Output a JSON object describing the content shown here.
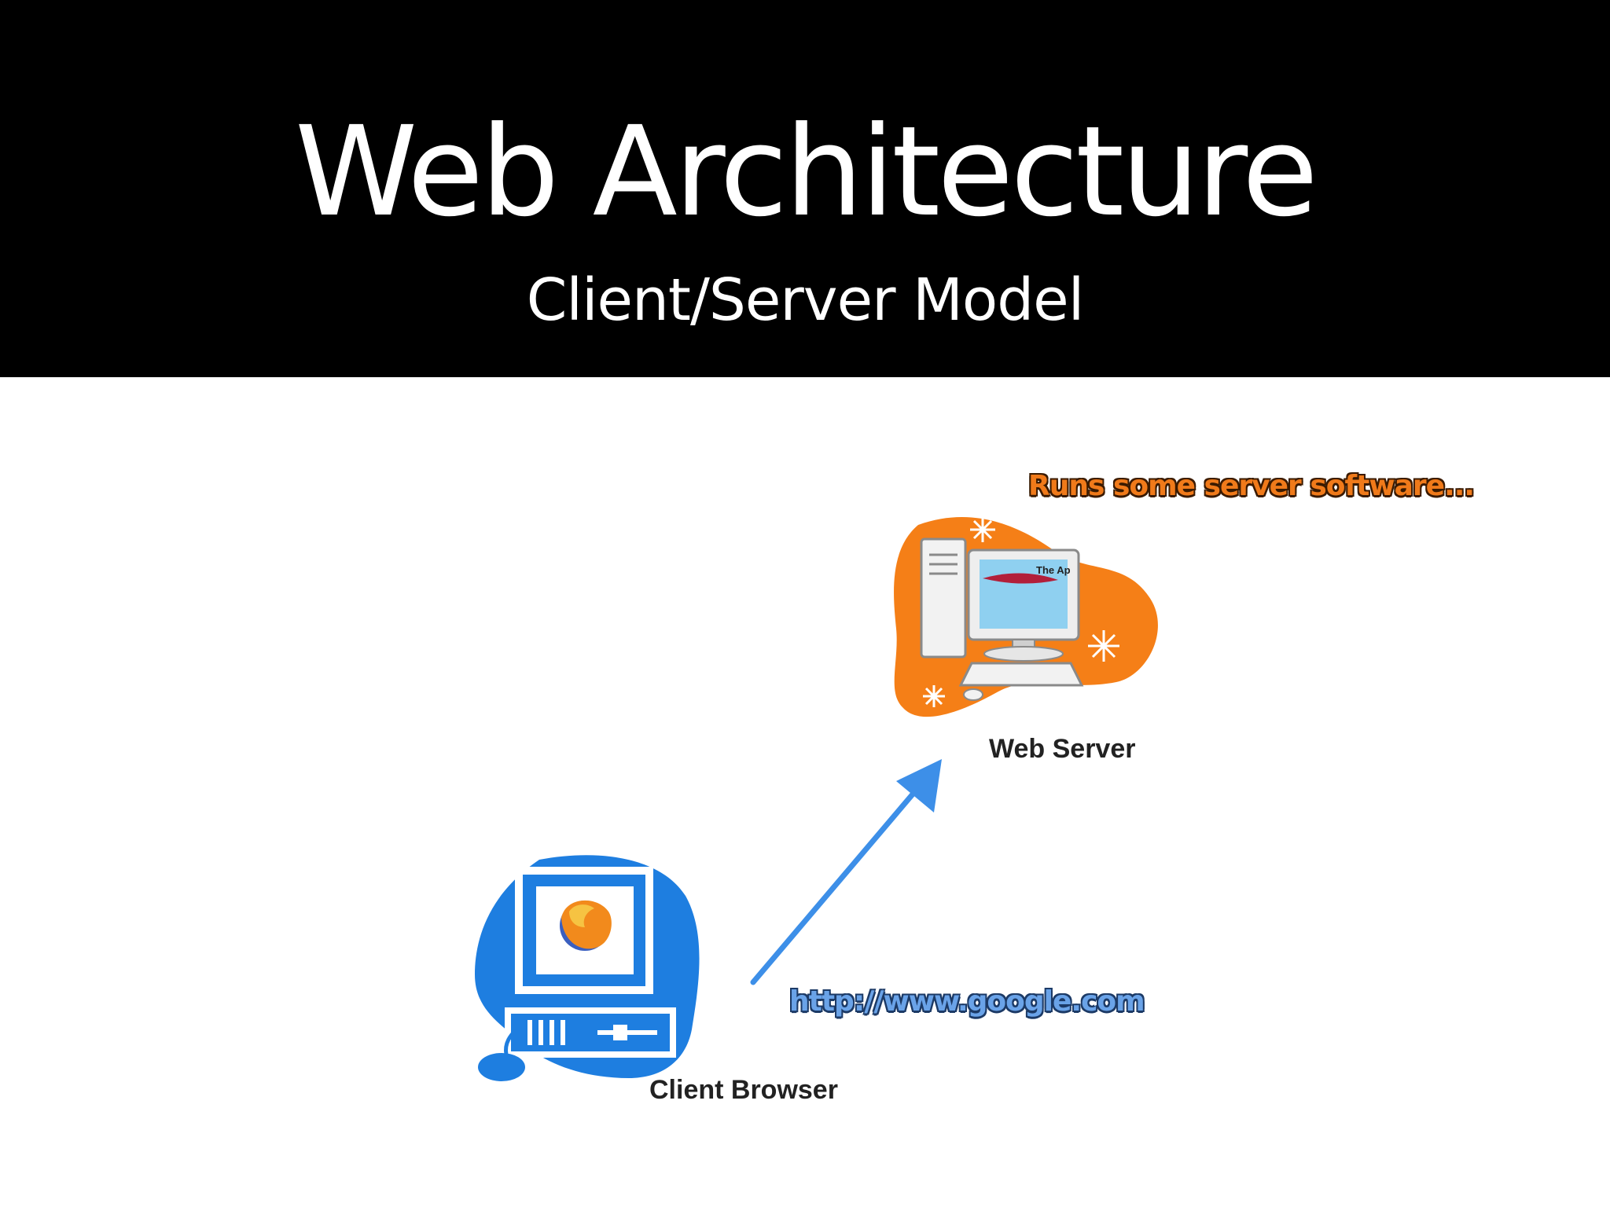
{
  "slide": {
    "title": "Web Architecture",
    "subtitle": "Client/Server Model"
  },
  "diagram": {
    "server": {
      "label": "Web Server",
      "callout": "Runs some server software...",
      "screen_text": "The Ap",
      "icon": "server-computer-icon",
      "blob_color": "#f57f17"
    },
    "client": {
      "label": "Client Browser",
      "icon": "client-computer-icon",
      "browser_icon": "firefox-logo-icon",
      "blob_color": "#1e7ee0"
    },
    "request": {
      "label": "http://www.google.com",
      "arrow_color": "#3d8fe8",
      "direction": "client-to-server"
    }
  }
}
